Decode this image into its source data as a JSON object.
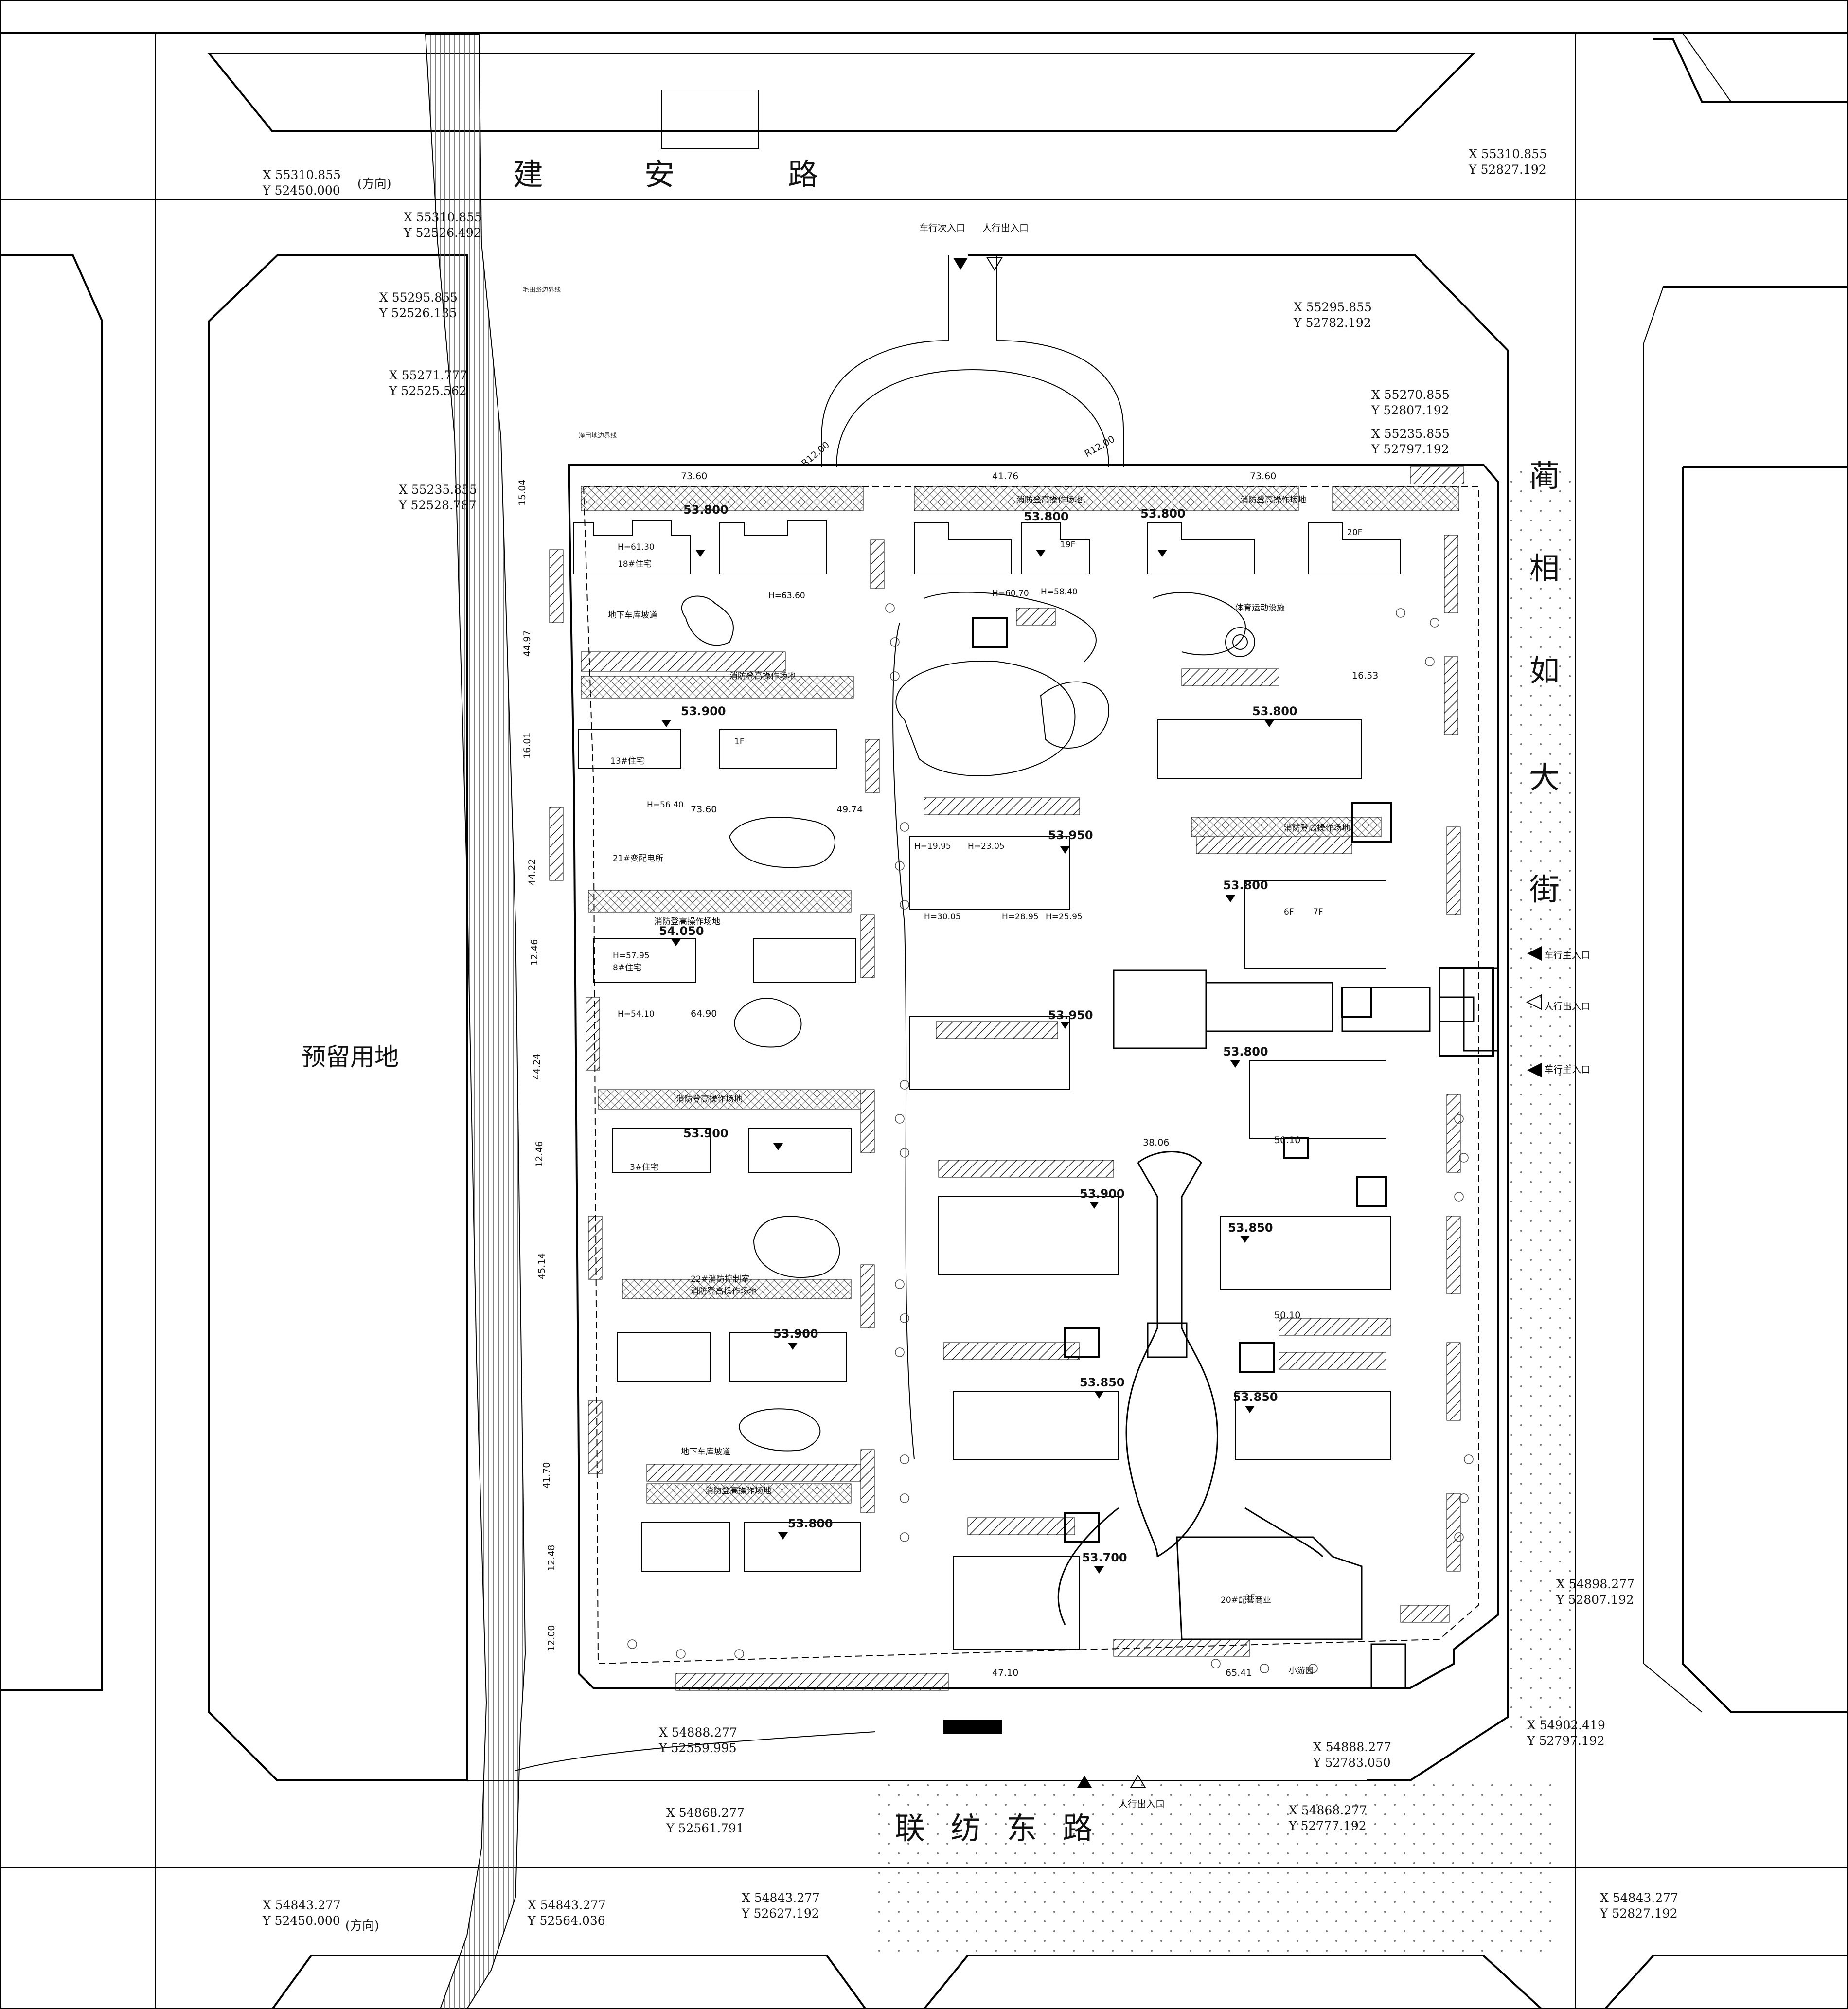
{
  "streets": {
    "north": "建 安 路",
    "north_chars": [
      "建",
      "安",
      "路"
    ],
    "south": "联 纺 东 路",
    "south_chars": [
      "联",
      "纺",
      "东",
      "路"
    ],
    "east": "蔺相如大街",
    "east_chars": [
      "蔺",
      "相",
      "如",
      "大",
      "街"
    ]
  },
  "reserved_land": "预留用地",
  "direction_note": "(方向)",
  "entrances": {
    "north_vehicle": "车行次入口",
    "north_pedestrian": "人行出入口",
    "south_pedestrian": "人行出入口",
    "east_vehicle_main": "车行主入口",
    "east_pedestrian": "人行出入口",
    "east_vehicle_secondary": "车行主入口"
  },
  "boundary_labels": {
    "road_boundary": "毛田路边界线",
    "land_boundary": "净用地边界线"
  },
  "coordinates": [
    {
      "x": "X 55310.855",
      "y": "Y 52450.000",
      "note": "(方向)"
    },
    {
      "x": "X 55310.855",
      "y": "Y 52526.492"
    },
    {
      "x": "X 55295.855",
      "y": "Y 52526.135"
    },
    {
      "x": "X 55271.777",
      "y": "Y 52525.562"
    },
    {
      "x": "X 55235.855",
      "y": "Y 52528.787"
    },
    {
      "x": "X 55310.855",
      "y": "Y 52827.192"
    },
    {
      "x": "X 55295.855",
      "y": "Y 52782.192"
    },
    {
      "x": "X 55270.855",
      "y": "Y 52807.192"
    },
    {
      "x": "X 55235.855",
      "y": "Y 52797.192"
    },
    {
      "x": "X 54898.277",
      "y": "Y 52807.192"
    },
    {
      "x": "X 54902.419",
      "y": "Y 52797.192"
    },
    {
      "x": "X 54888.277",
      "y": "Y 52783.050"
    },
    {
      "x": "X 54868.277",
      "y": "Y 52777.192"
    },
    {
      "x": "X 54888.277",
      "y": "Y 52559.995"
    },
    {
      "x": "X 54868.277",
      "y": "Y 52561.791"
    },
    {
      "x": "X 54843.277",
      "y": "Y 52450.000",
      "note": "(方向)"
    },
    {
      "x": "X 54843.277",
      "y": "Y 52564.036"
    },
    {
      "x": "X 54843.277",
      "y": "Y 52627.192"
    },
    {
      "x": "X 54843.277",
      "y": "Y 52827.192"
    }
  ],
  "building_elevations": [
    "53.800",
    "53.800",
    "53.800",
    "53.900",
    "53.800",
    "53.950",
    "53.800",
    "54.050",
    "53.950",
    "53.800",
    "53.900",
    "53.900",
    "53.850",
    "53.900",
    "53.850",
    "53.850",
    "53.800",
    "53.700"
  ],
  "fire_access_label": "消防登高操作场地",
  "parking_ramp_label": "地下车库坡道",
  "fitness_label": "体育运动设施",
  "commercial_label": "20#配套商业",
  "garden_label": "小游园",
  "small_labels": [
    "18#住宅",
    "13#住宅",
    "8#住宅",
    "3#住宅",
    "1F",
    "3F",
    "6F",
    "7F",
    "19F",
    "20F",
    "H=61.30",
    "H=63.60",
    "H=60.70",
    "H=58.40",
    "H=56.40",
    "H=57.95",
    "H=54.10",
    "H=30.05",
    "H=28.95",
    "H=25.95",
    "H=19.95",
    "H=23.05",
    "21#变配电所",
    "22#消防控制室"
  ],
  "dimension_labels": [
    "73.60",
    "41.76",
    "73.60",
    "16.53",
    "73.60",
    "49.74",
    "64.90",
    "50.10",
    "50.10",
    "38.06",
    "65.41",
    "47.10",
    "15.04",
    "44.97",
    "16.01",
    "44.22",
    "12.46",
    "44.24",
    "12.46",
    "45.14",
    "41.70",
    "12.48",
    "12.00",
    "R12.00"
  ]
}
